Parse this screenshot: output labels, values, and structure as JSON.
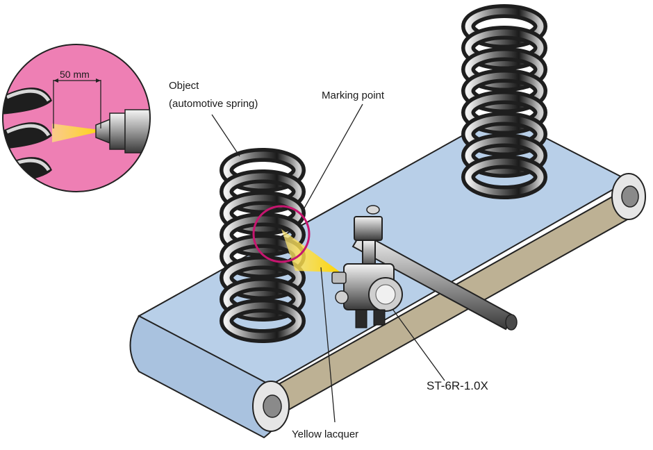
{
  "labels": {
    "object_line1": "Object",
    "object_line2": "(automotive spring)",
    "marking_point": "Marking point",
    "model": "ST-6R-1.0X",
    "yellow_lacquer": "Yellow lacquer",
    "distance": "50 mm"
  },
  "colors": {
    "inset_bg": "#ee7fb4",
    "belt_top": "#b8cfe8",
    "belt_under": "#bdb194",
    "spring_dark": "#1e1e1e",
    "spray": "#ffd400",
    "highlight_ring": "#c6166f"
  }
}
